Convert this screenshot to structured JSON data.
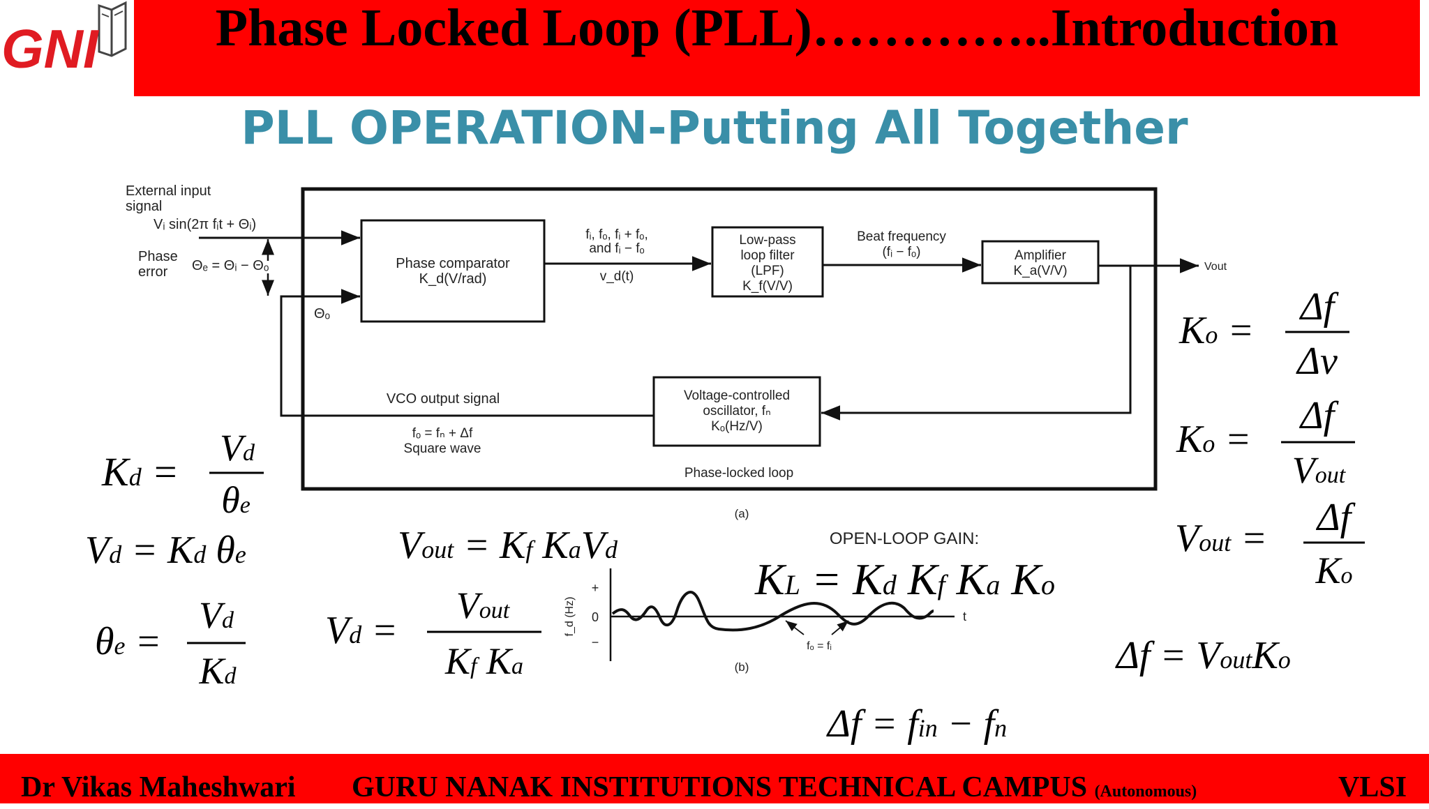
{
  "header": {
    "logo_text": "GNI",
    "title": "Phase Locked Loop (PLL)…………..Introduction"
  },
  "subtitle": "PLL OPERATION-Putting All Together",
  "diagram": {
    "ext_input_line1": "External input",
    "ext_input_line2": "signal",
    "input_expr": "Vᵢ sin(2π fᵢt + Θᵢ)",
    "phase_error_line1": "Phase",
    "phase_error_line2": "error",
    "phase_error_expr": "Θₑ = Θᵢ − Θₒ",
    "theta_o": "Θₒ",
    "phase_comparator_line1": "Phase comparator",
    "phase_comparator_line2": "K_d(V/rad)",
    "freq_mix_line1": "fᵢ, fₒ, fᵢ + fₒ,",
    "freq_mix_line2": "and fᵢ − fₒ",
    "vd_t": "v_d(t)",
    "lpf_line1": "Low-pass",
    "lpf_line2": "loop filter",
    "lpf_line3": "(LPF)",
    "lpf_line4": "K_f(V/V)",
    "beat_line1": "Beat frequency",
    "beat_line2": "(fᵢ − fₒ)",
    "amp_line1": "Amplifier",
    "amp_line2": "K_a(V/V)",
    "vout": "Vout",
    "vco_output_label": "VCO output signal",
    "fo_expr": "fₒ = fₙ + Δf",
    "square_wave": "Square wave",
    "vco_line1": "Voltage-controlled",
    "vco_line2": "oscillator, fₙ",
    "vco_line3": "Kₒ(Hz/V)",
    "pll_label": "Phase-locked loop",
    "caption_a": "(a)",
    "caption_b": "(b)",
    "graph_y_label": "f_d (Hz)",
    "graph_plus": "+",
    "graph_zero": "0",
    "graph_minus": "−",
    "graph_t": "t",
    "graph_fo_fi": "fₒ = fᵢ"
  },
  "equations": {
    "open_loop_label": "OPEN-LOOP GAIN:",
    "kd_def": "Kd = Vd / θe",
    "vd_def": "Vd = Kd θe",
    "theta_def": "θe = Vd / Kd",
    "vout_def": "Vout = Kf Ka Vd",
    "vd_from_vout": "Vd = Vout / (Kf Ka)",
    "kl_def": "KL = Kd Kf Ka Ko",
    "ko_dv": "Ko = Δf / Δv",
    "ko_vout": "Ko = Δf / Vout",
    "vout_ko": "Vout = Δf / Ko",
    "df_vout": "Δf = Vout Ko",
    "df_fin": "Δf = fin − fn"
  },
  "footer": {
    "author": "Dr Vikas Maheshwari",
    "institution": "GURU NANAK INSTITUTIONS TECHNICAL CAMPUS",
    "autonomous": "(Autonomous)",
    "course": "VLSI"
  },
  "colors": {
    "header_red": "#ff0000",
    "subtitle_teal": "#3a8fa8",
    "logo_red": "#e01b22"
  }
}
